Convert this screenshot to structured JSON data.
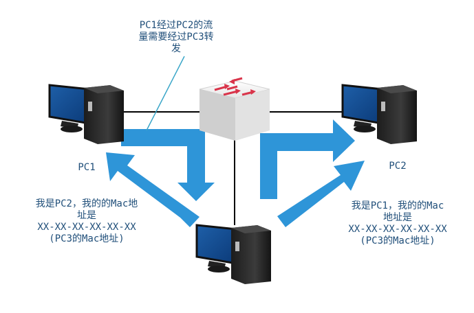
{
  "callout": {
    "lines": [
      "PC1经过PC2的流",
      "量需要经过PC3转",
      "发"
    ]
  },
  "pc1": {
    "label": "PC1",
    "note_lines": [
      "我是PC2，我的的Mac地",
      "址是",
      "XX-XX-XX-XX-XX-XX",
      "(PC3的Mac地址)"
    ]
  },
  "pc2": {
    "label": "PC2",
    "note_lines": [
      "我是PC1，我的的Mac",
      "地址是",
      "XX-XX-XX-XX-XX-XX",
      "(PC3的Mac地址)"
    ]
  },
  "colors": {
    "arrow": "#2e95d8",
    "text": "#1f4e79",
    "callout_line": "#3aa6c8",
    "switch_arrow": "#d9344a"
  },
  "icons": [
    "computer-icon",
    "switch-icon"
  ]
}
